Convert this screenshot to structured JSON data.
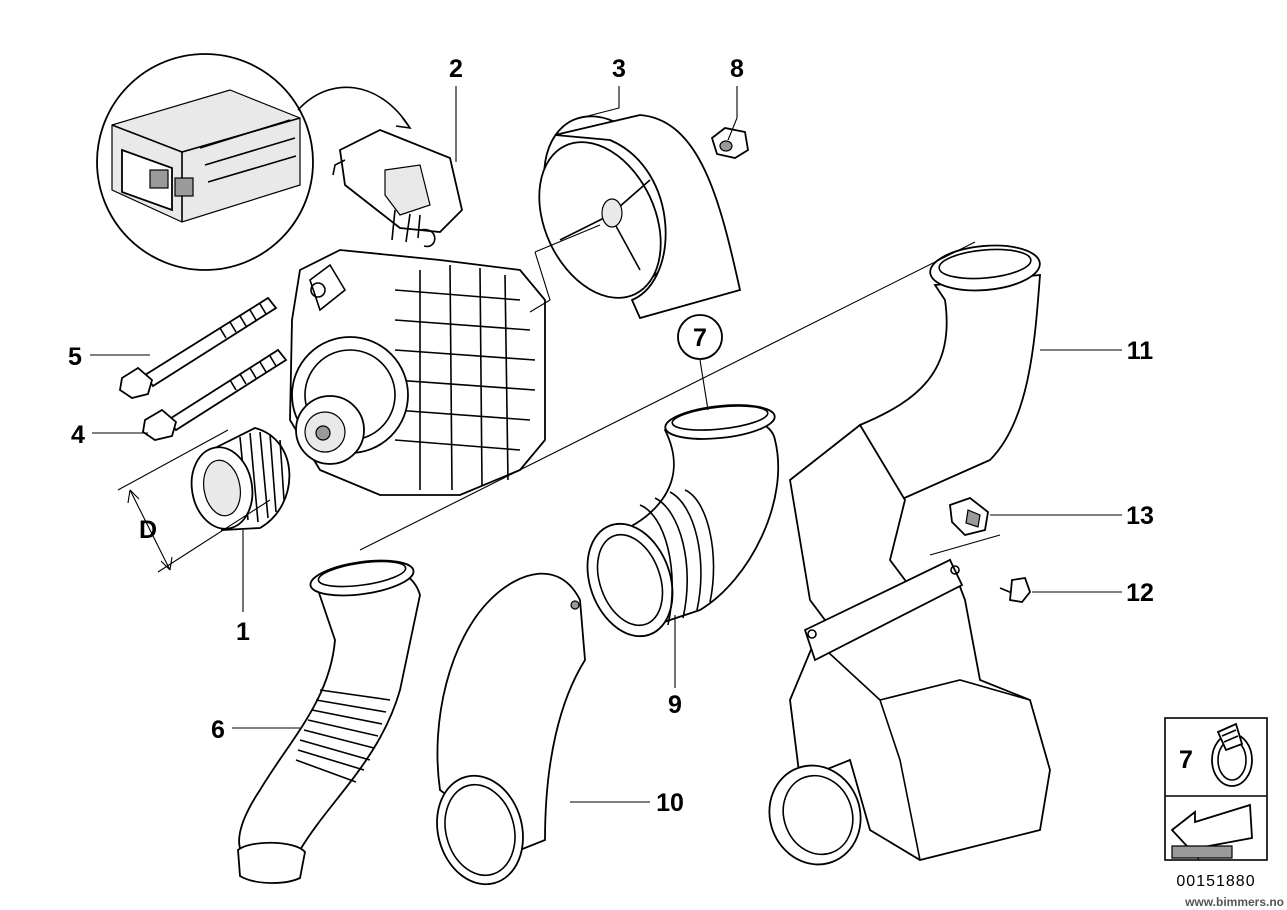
{
  "callouts": {
    "c1": "1",
    "c2": "2",
    "c3": "3",
    "c4": "4",
    "c5": "5",
    "c6": "6",
    "c7": "7",
    "c8": "8",
    "c9": "9",
    "c10": "10",
    "c11": "11",
    "c12": "12",
    "c13": "13",
    "dimension": "D"
  },
  "legend": {
    "clip_number": "7"
  },
  "footer": {
    "diagram_code": "00151880",
    "watermark": "www.bimmers.no"
  },
  "colors": {
    "line": "#000000",
    "background": "#ffffff",
    "fill_dark": "#9a9a9a"
  }
}
